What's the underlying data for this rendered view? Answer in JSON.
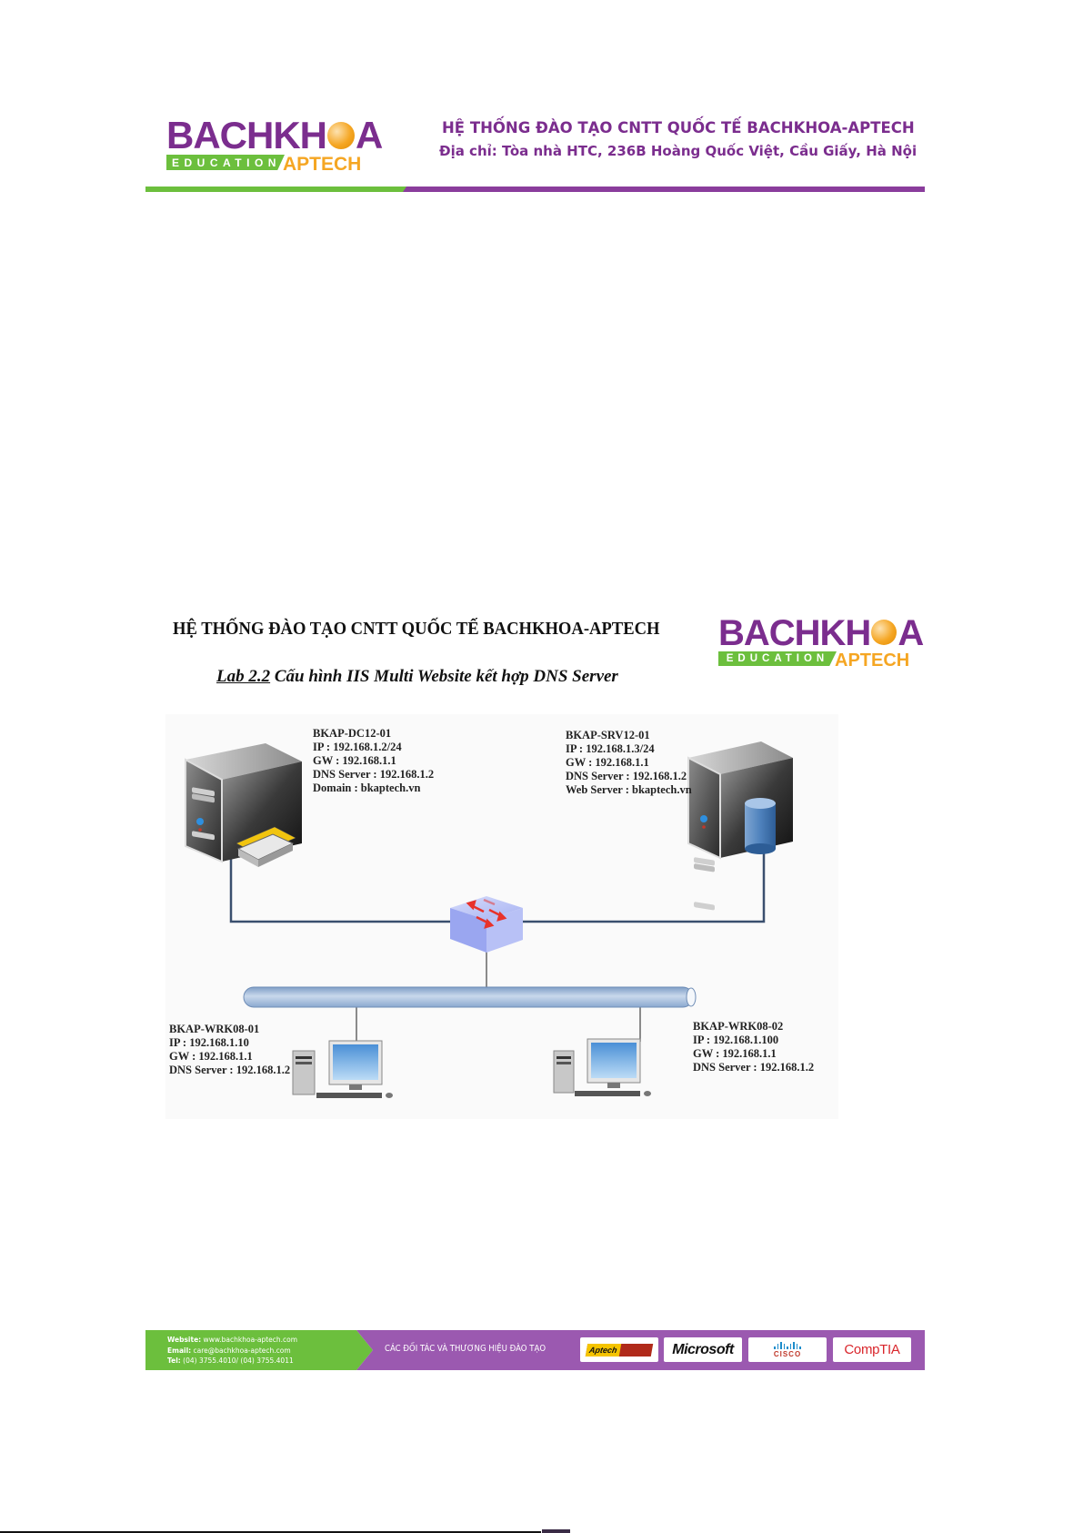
{
  "header": {
    "logo": {
      "brand_left": "BACHKH",
      "brand_right": "A",
      "education": "EDUCATION",
      "aptech": "APTECH"
    },
    "title": "HỆ THỐNG ĐÀO TẠO CNTT QUỐC TẾ BACHKHOA-APTECH",
    "address": "Địa chỉ: Tòa nhà HTC, 236B Hoàng Quốc Việt, Cầu Giấy, Hà Nội",
    "colors": {
      "brand_purple": "#7b2d8e",
      "brand_green": "#6cbf3d",
      "brand_orange": "#f5a623"
    }
  },
  "lab": {
    "org_title": "HỆ THỐNG ĐÀO TẠO CNTT QUỐC TẾ BACHKHOA-APTECH",
    "logo": {
      "brand_left": "BACHKH",
      "brand_right": "A",
      "education": "EDUCATION",
      "aptech": "APTECH"
    },
    "lab_number": "Lab 2.2",
    "lab_title": " Cấu hình IIS Multi Website kết hợp DNS Server",
    "diagram": {
      "nodes": [
        {
          "id": "dc",
          "icon": "server-with-directory-icon",
          "lines": [
            "BKAP-DC12-01",
            "IP : 192.168.1.2/24",
            "GW : 192.168.1.1",
            "DNS Server : 192.168.1.2",
            "Domain : bkaptech.vn"
          ]
        },
        {
          "id": "srv",
          "icon": "server-with-database-icon",
          "lines": [
            "BKAP-SRV12-01",
            "IP : 192.168.1.3/24",
            "GW : 192.168.1.1",
            "DNS Server : 192.168.1.2",
            "Web Server : bkaptech.vn"
          ]
        },
        {
          "id": "wrk1",
          "icon": "workstation-icon",
          "lines": [
            "BKAP-WRK08-01",
            "IP : 192.168.1.10",
            "GW : 192.168.1.1",
            "DNS Server : 192.168.1.2"
          ]
        },
        {
          "id": "wrk2",
          "icon": "workstation-icon",
          "lines": [
            "BKAP-WRK08-02",
            "IP : 192.168.1.100",
            "GW : 192.168.1.1",
            "DNS Server : 192.168.1.2"
          ]
        }
      ],
      "switch_icon": "network-switch-icon",
      "bus_icon": "network-bus-pipe-icon"
    }
  },
  "footer": {
    "website_label": "Website:",
    "website": " www.bachkhoa-aptech.com",
    "email_label": "Email:",
    "email": " care@bachkhoa-aptech.com",
    "tel_label": "Tel:",
    "tel": " (04) 3755.4010/ (04) 3755.4011",
    "partners_label": "CÁC ĐỐI TÁC VÀ THƯƠNG HIỆU ĐÀO TẠO",
    "partners": [
      "Aptech",
      "Microsoft",
      "CISCO",
      "CompTIA"
    ]
  }
}
